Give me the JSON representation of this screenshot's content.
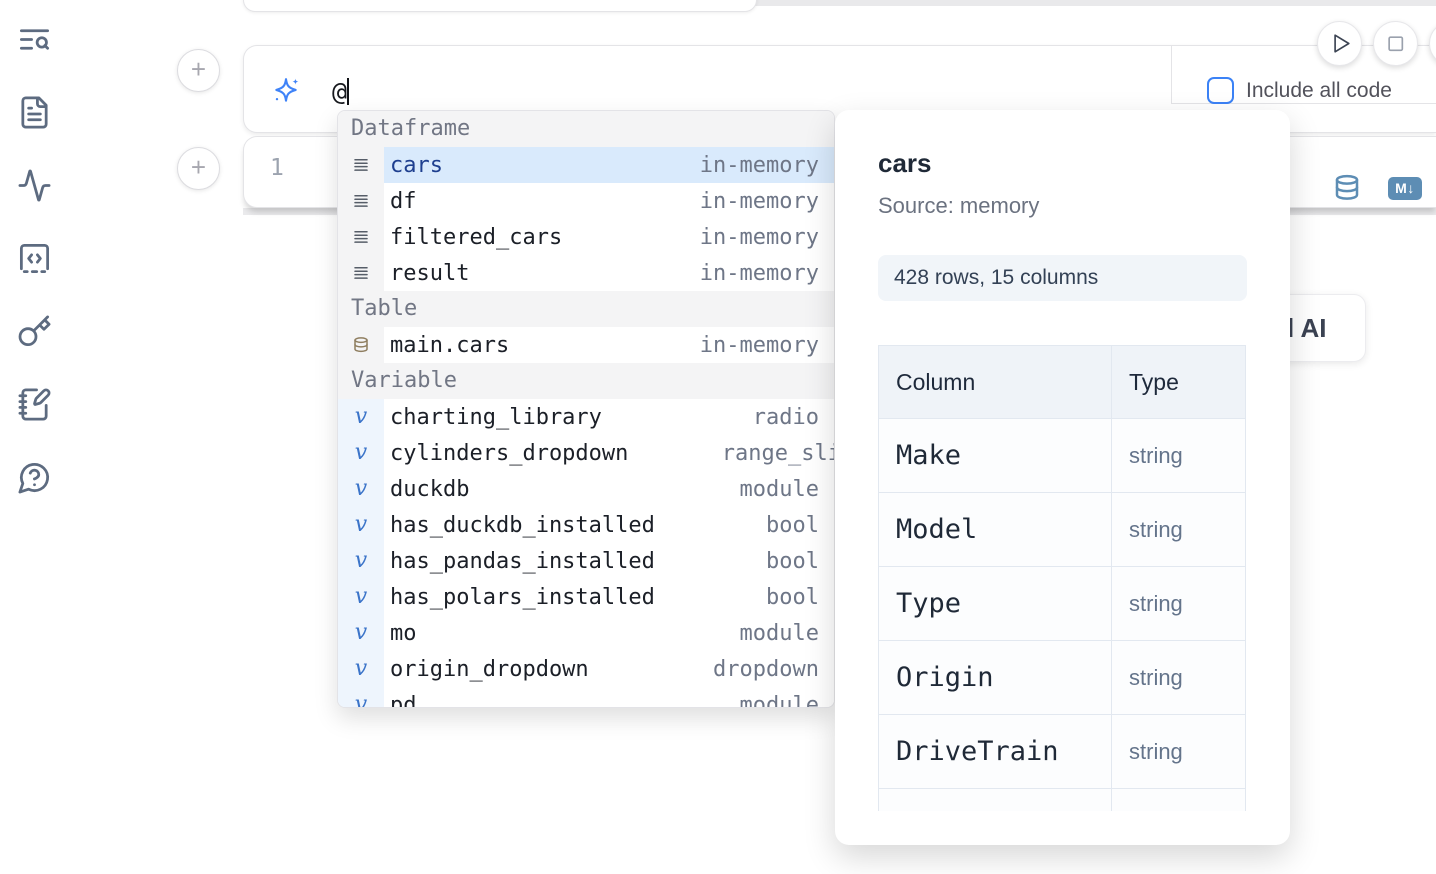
{
  "colors": {
    "accent_blue": "#3b82f6",
    "selected_item_bg": "#d9eafc",
    "selected_item_text": "#1e3f8f",
    "cell_action_blue": "#5d8db4"
  },
  "sidebar": {
    "icons": [
      "toc-search",
      "file",
      "activity",
      "snippets",
      "key",
      "scratchpad",
      "help"
    ]
  },
  "prompt_cell": {
    "value": "@",
    "include_all_code": {
      "label": "Include all code",
      "checked": false
    }
  },
  "code_cell": {
    "line_number": "1"
  },
  "ai_card": {
    "visible_label": "l AI"
  },
  "autocomplete": {
    "sections": [
      {
        "label": "Dataframe",
        "kind": "dataframe",
        "items": [
          {
            "name": "cars",
            "type": "in-memory",
            "selected": true
          },
          {
            "name": "df",
            "type": "in-memory"
          },
          {
            "name": "filtered_cars",
            "type": "in-memory"
          },
          {
            "name": "result",
            "type": "in-memory"
          }
        ]
      },
      {
        "label": "Table",
        "kind": "table",
        "items": [
          {
            "name": "main.cars",
            "type": "in-memory"
          }
        ]
      },
      {
        "label": "Variable",
        "kind": "variable",
        "items": [
          {
            "name": "charting_library",
            "type": "radio"
          },
          {
            "name": "cylinders_dropdown",
            "type": "range_sli",
            "clipped": true
          },
          {
            "name": "duckdb",
            "type": "module"
          },
          {
            "name": "has_duckdb_installed",
            "type": "bool"
          },
          {
            "name": "has_pandas_installed",
            "type": "bool"
          },
          {
            "name": "has_polars_installed",
            "type": "bool"
          },
          {
            "name": "mo",
            "type": "module"
          },
          {
            "name": "origin_dropdown",
            "type": "dropdown"
          },
          {
            "name": "pd",
            "type": "module"
          }
        ]
      }
    ]
  },
  "preview": {
    "title": "cars",
    "source": "Source: memory",
    "shape": "428 rows, 15 columns",
    "table": {
      "headers": [
        "Column",
        "Type"
      ],
      "rows": [
        [
          "Make",
          "string"
        ],
        [
          "Model",
          "string"
        ],
        [
          "Type",
          "string"
        ],
        [
          "Origin",
          "string"
        ],
        [
          "DriveTrain",
          "string"
        ]
      ]
    }
  }
}
